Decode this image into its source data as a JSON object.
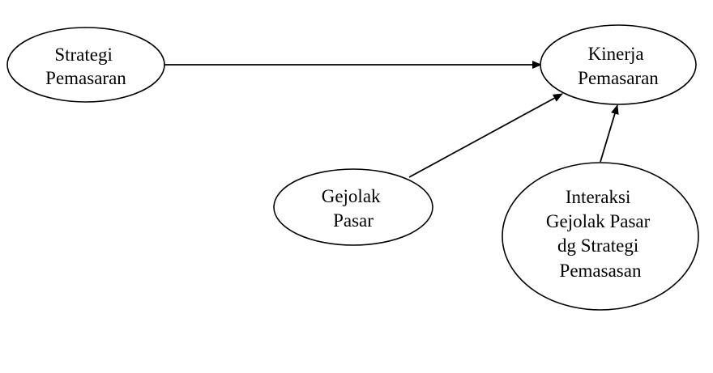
{
  "nodes": [
    {
      "id": "strategi",
      "lines": [
        "Strategi",
        "Pemasaran"
      ]
    },
    {
      "id": "kinerja",
      "lines": [
        "Kinerja",
        "Pemasaran"
      ]
    },
    {
      "id": "gejolak",
      "lines": [
        "Gejolak",
        "Pasar"
      ]
    },
    {
      "id": "interaksi",
      "lines": [
        "Interaksi",
        "Gejolak Pasar",
        "dg Strategi",
        "Pemasasan"
      ]
    }
  ],
  "edges": [
    {
      "from": "strategi",
      "to": "kinerja"
    },
    {
      "from": "gejolak",
      "to": "kinerja"
    },
    {
      "from": "interaksi",
      "to": "kinerja"
    }
  ],
  "colors": {
    "line": "#000000",
    "fill": "#ffffff"
  }
}
